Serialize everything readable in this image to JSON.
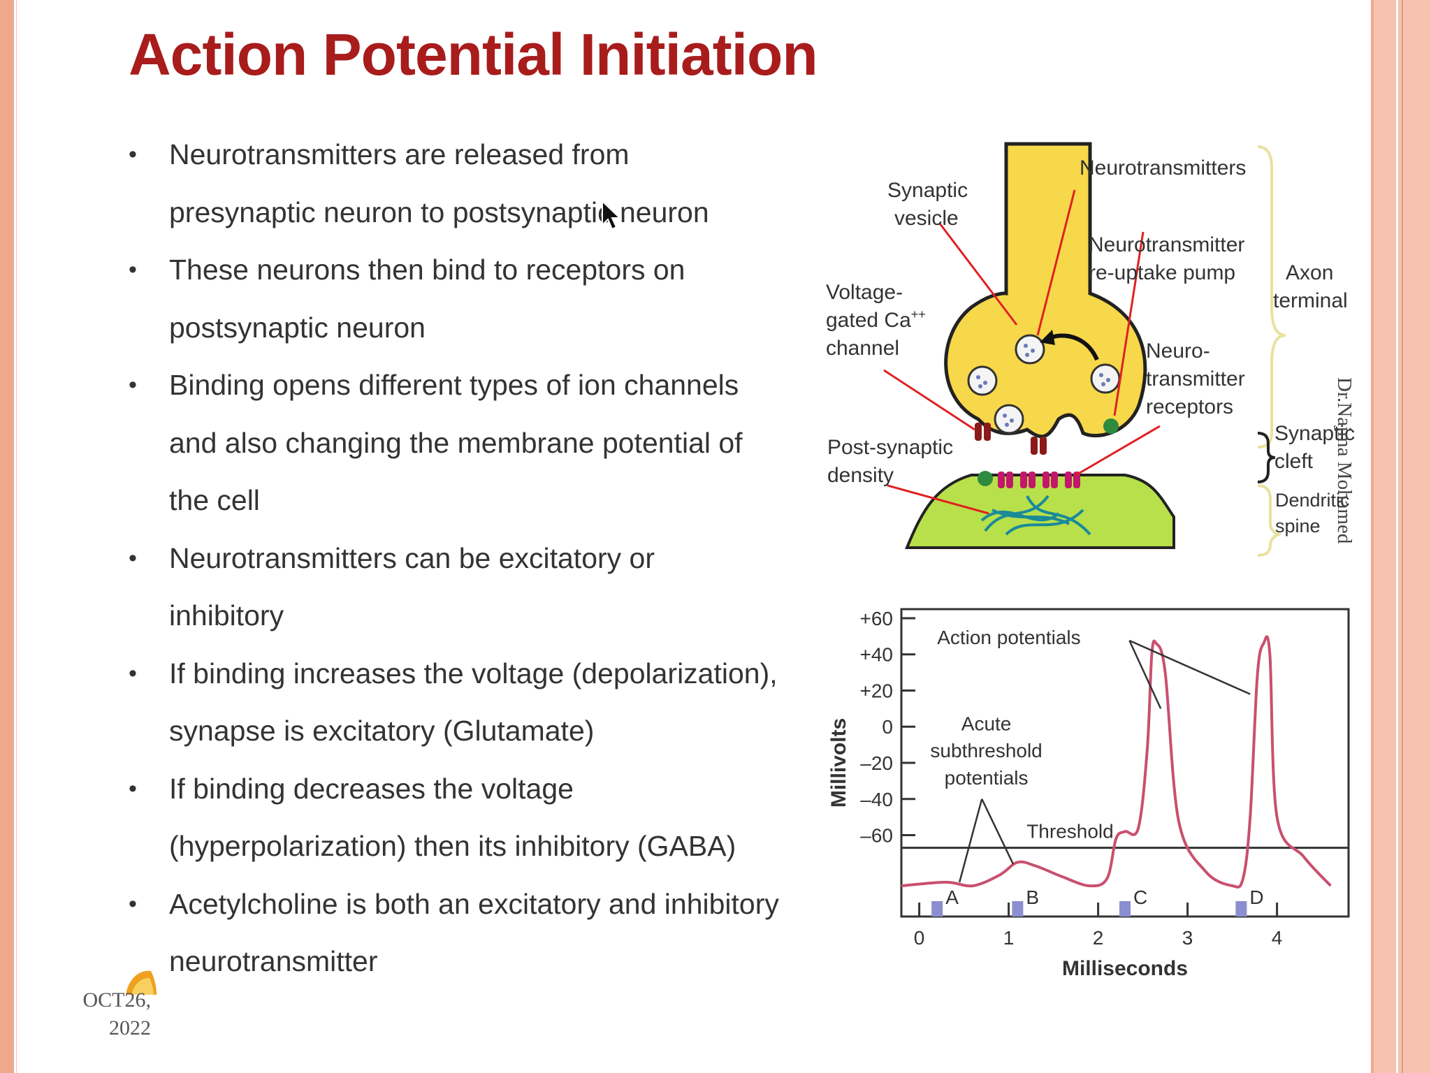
{
  "slide": {
    "title": "Action Potential Initiation",
    "bullets": [
      {
        "lines": [
          "Neurotransmitters are released from",
          "presynaptic neuron to postsynaptic neuron"
        ]
      },
      {
        "lines": [
          "These neurons then bind to receptors on",
          "postsynaptic neuron"
        ]
      },
      {
        "lines": [
          "Binding opens different types of ion channels",
          "and also changing the membrane potential of",
          "the cell"
        ]
      },
      {
        "lines": [
          "Neurotransmitters can be excitatory or",
          "inhibitory"
        ]
      },
      {
        "lines": [
          "If binding increases the voltage (depolarization),",
          "synapse is excitatory (Glutamate)"
        ]
      },
      {
        "lines": [
          "If binding decreases the voltage",
          "(hyperpolarization) then its inhibitory (GABA)"
        ]
      },
      {
        "lines": [
          "Acetylcholine is both an excitatory and inhibitory",
          "neurotransmitter"
        ]
      }
    ],
    "date_line1": "OCT26,",
    "date_line2": "2022",
    "author": "Dr.Najma Mohamed"
  },
  "synapse_diagram": {
    "labels": {
      "synaptic_vesicle_1": "Synaptic",
      "synaptic_vesicle_2": "vesicle",
      "neurotransmitters": "Neurotransmitters",
      "reuptake_1": "Neurotransmitter",
      "reuptake_2": "re-uptake pump",
      "axon_1": "Axon",
      "axon_2": "terminal",
      "vgcc_1": "Voltage-",
      "vgcc_2": "gated Ca",
      "vgcc_sup": "++",
      "vgcc_3": "channel",
      "receptors_1": "Neuro-",
      "receptors_2": "transmitter",
      "receptors_3": "receptors",
      "cleft_1": "Synaptic",
      "cleft_2": "cleft",
      "psd_1": "Post-synaptic",
      "psd_2": "density",
      "spine_1": "Dendritic",
      "spine_2": "spine"
    },
    "colors": {
      "terminal": "#f7d84a",
      "spine": "#b8e04a",
      "arrow": "#e02020",
      "channel": "#8b1a1a",
      "receptor": "#c2186b"
    }
  },
  "chart_data": {
    "type": "line",
    "xlabel": "Milliseconds",
    "ylabel": "Millivolts",
    "xlim": [
      -0.2,
      4.8
    ],
    "ylim": [
      -105,
      65
    ],
    "x_ticks": [
      0,
      1,
      2,
      3,
      4
    ],
    "y_ticks": [
      60,
      40,
      20,
      0,
      -20,
      -40,
      -60
    ],
    "y_tick_labels": [
      "+60",
      "+40",
      "+20",
      "0",
      "–20",
      "–40",
      "–60"
    ],
    "threshold": -67,
    "threshold_label": "Threshold",
    "series": [
      {
        "x": [
          -0.2,
          0.3,
          0.6,
          0.9,
          1.1,
          1.3,
          1.6,
          1.9,
          2.1,
          2.2,
          2.3,
          2.45,
          2.55,
          2.6,
          2.65,
          2.75,
          2.9,
          3.2,
          3.5,
          3.62,
          3.7,
          3.78,
          3.85,
          3.92,
          4.0,
          4.3,
          4.6
        ],
        "y": [
          -88,
          -86,
          -88,
          -82,
          -75,
          -77,
          -83,
          -88,
          -84,
          -62,
          -58,
          -56,
          -12,
          40,
          46,
          30,
          -52,
          -80,
          -88,
          -84,
          -50,
          28,
          46,
          40,
          -50,
          -72,
          -88
        ]
      }
    ],
    "stimuli": [
      {
        "label": "A",
        "x": 0.2
      },
      {
        "label": "B",
        "x": 1.1
      },
      {
        "label": "C",
        "x": 2.3
      },
      {
        "label": "D",
        "x": 3.6
      }
    ],
    "annotations": {
      "action_potentials": "Action potentials",
      "subthreshold_1": "Acute",
      "subthreshold_2": "subthreshold",
      "subthreshold_3": "potentials"
    },
    "colors": {
      "trace": "#c9506e",
      "stimulus": "#8a8fd0",
      "axis": "#333333"
    }
  }
}
